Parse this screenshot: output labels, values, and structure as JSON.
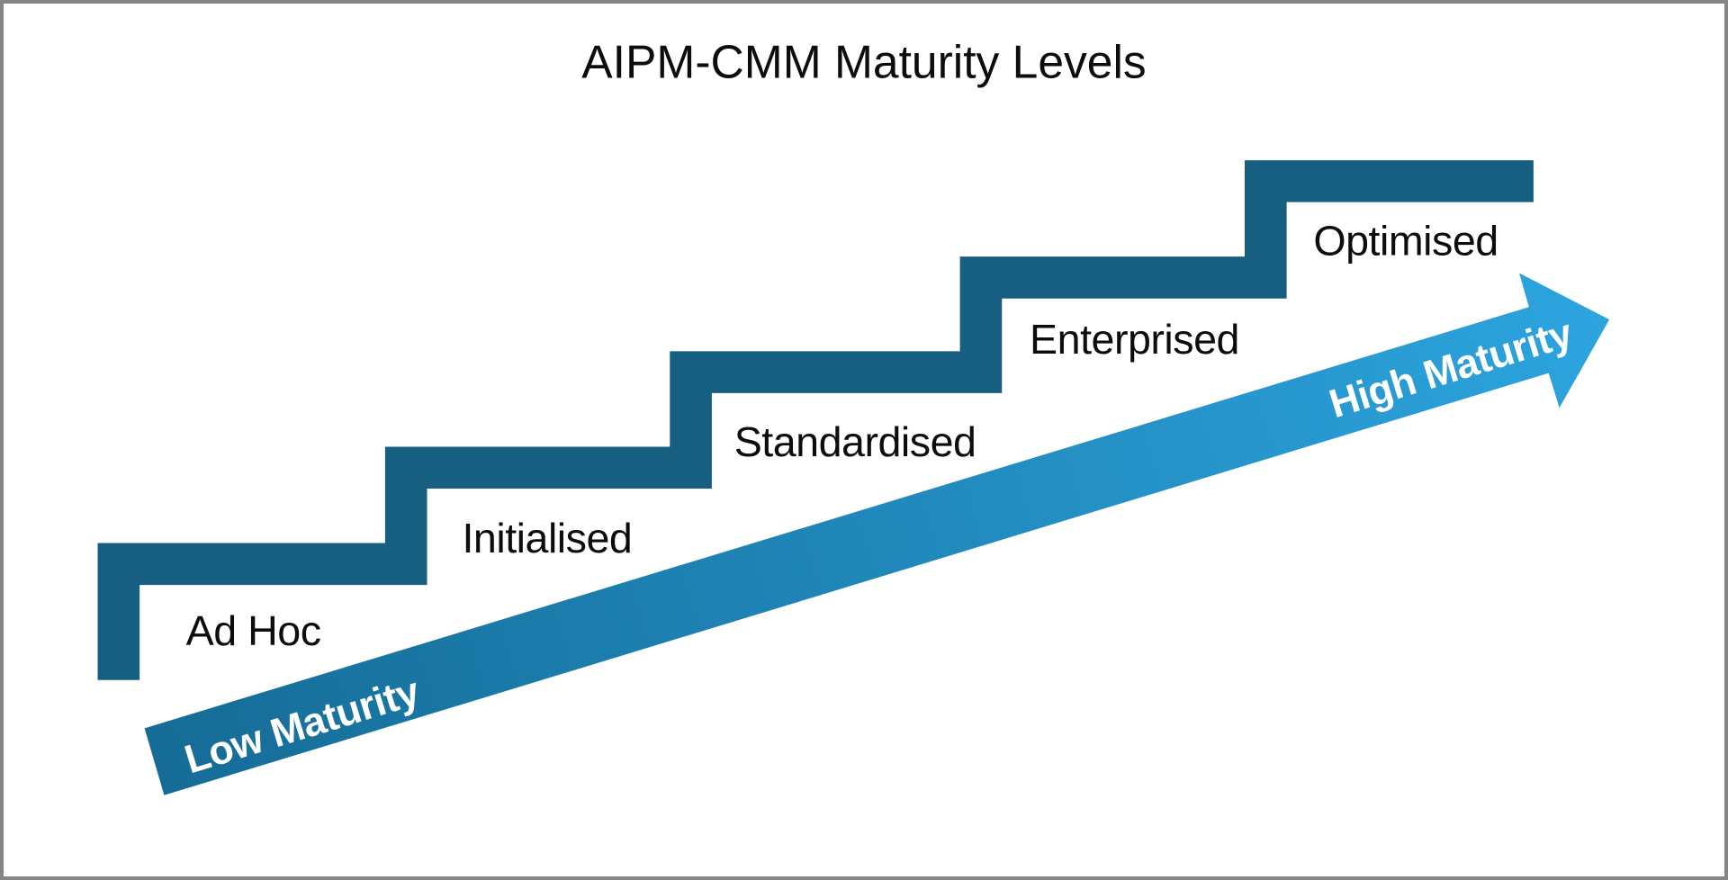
{
  "title": "AIPM-CMM Maturity Levels",
  "diagram": {
    "levels": [
      {
        "label": "Ad Hoc"
      },
      {
        "label": "Initialised"
      },
      {
        "label": "Standardised"
      },
      {
        "label": "Enterprised"
      },
      {
        "label": "Optimised"
      }
    ],
    "arrow": {
      "start_label": "Low Maturity",
      "end_label": "High Maturity"
    }
  },
  "colors": {
    "background": "#ffffff",
    "border": "#868686",
    "stair": "#175f80",
    "arrow_gradient_start": "#156c96",
    "arrow_gradient_end": "#2ca4de",
    "label_text": "#0d0d0d",
    "arrow_text": "#ffffff"
  }
}
